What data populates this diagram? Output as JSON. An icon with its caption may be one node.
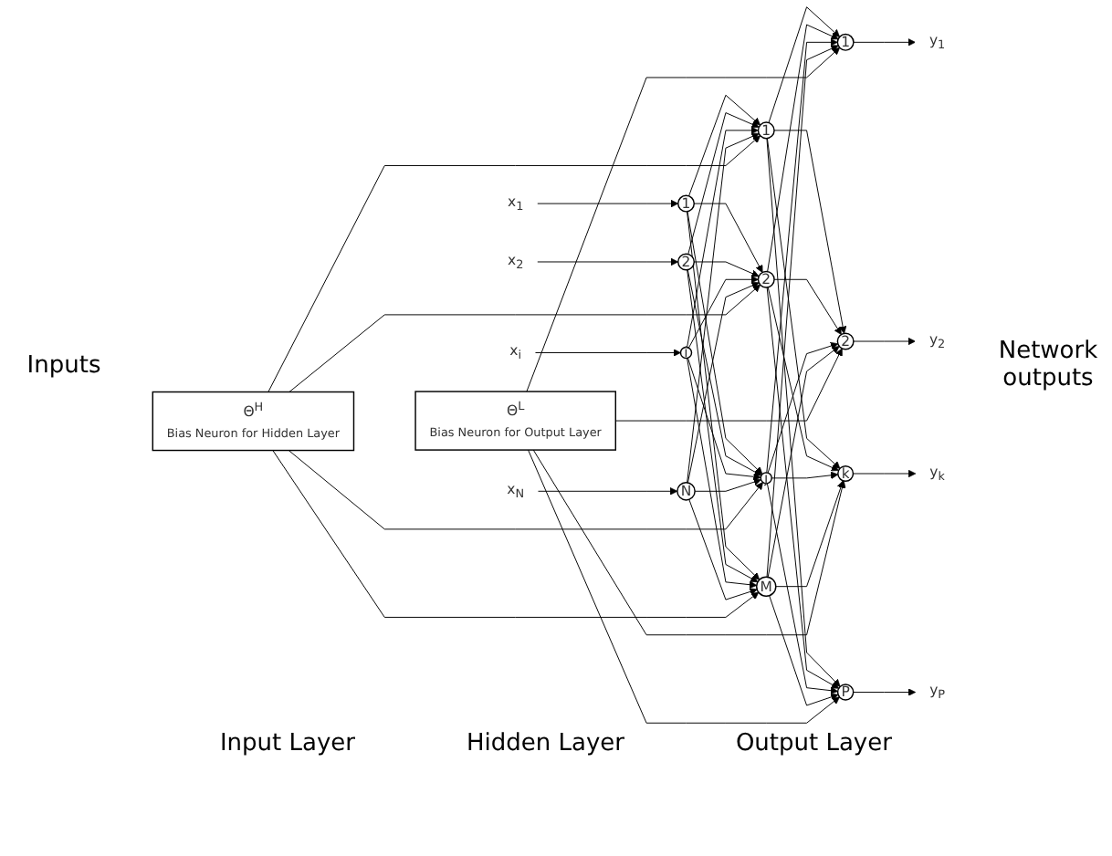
{
  "diagram": {
    "nodes": [
      {
        "text": [
          "x$_{1}$"
        ]
      },
      {
        "text": [
          "x$_{2}$"
        ]
      },
      {
        "text": [
          "x$_{i}$"
        ]
      },
      {
        "text": [
          "x$_{N}$"
        ]
      },
      {
        "text": [
          "1"
        ]
      },
      {
        "text": [
          "2"
        ]
      },
      {
        "text": [
          "i"
        ]
      },
      {
        "text": [
          "N"
        ]
      },
      {
        "text": [
          "1"
        ]
      },
      {
        "text": [
          "2"
        ]
      },
      {
        "text": [
          "j"
        ]
      },
      {
        "text": [
          "M"
        ]
      },
      {
        "text": [
          "1"
        ]
      },
      {
        "text": [
          "2"
        ]
      },
      {
        "text": [
          "k"
        ]
      },
      {
        "text": [
          "P"
        ]
      },
      {
        "text": [
          "y$_{1}$"
        ]
      },
      {
        "text": [
          "y$_{2}$"
        ]
      },
      {
        "text": [
          "y$_{k}$"
        ]
      },
      {
        "text": [
          "y$_{P}$"
        ]
      },
      {
        "text": [
          "Θ$^{H}$",
          "Bias Neuron for Hidden Layer"
        ]
      },
      {
        "text": [
          "Θ$^{L}$",
          "Bias Neuron for Output Layer"
        ]
      }
    ],
    "edges": [
      {
        "from": 0,
        "to": 4,
        "arrow": "to"
      },
      {
        "from": 1,
        "to": 5,
        "arrow": "to"
      },
      {
        "from": 2,
        "to": 6,
        "arrow": "to"
      },
      {
        "from": 3,
        "to": 7,
        "arrow": "to"
      },
      {
        "from": 4,
        "to": 8,
        "arrow": "to"
      },
      {
        "from": 4,
        "to": 9,
        "arrow": "to"
      },
      {
        "from": 4,
        "to": 10,
        "arrow": "to"
      },
      {
        "from": 4,
        "to": 11,
        "arrow": "to"
      },
      {
        "from": 5,
        "to": 8,
        "arrow": "to"
      },
      {
        "from": 5,
        "to": 9,
        "arrow": "to"
      },
      {
        "from": 5,
        "to": 10,
        "arrow": "to"
      },
      {
        "from": 5,
        "to": 11,
        "arrow": "to"
      },
      {
        "from": 6,
        "to": 8,
        "arrow": "to"
      },
      {
        "from": 6,
        "to": 9,
        "arrow": "to"
      },
      {
        "from": 6,
        "to": 10,
        "arrow": "to"
      },
      {
        "from": 6,
        "to": 11,
        "arrow": "to"
      },
      {
        "from": 7,
        "to": 8,
        "arrow": "to"
      },
      {
        "from": 7,
        "to": 9,
        "arrow": "to"
      },
      {
        "from": 7,
        "to": 10,
        "arrow": "to"
      },
      {
        "from": 7,
        "to": 11,
        "arrow": "to"
      },
      {
        "from": 8,
        "to": 12,
        "arrow": "to"
      },
      {
        "from": 8,
        "to": 13,
        "arrow": "to"
      },
      {
        "from": 8,
        "to": 14,
        "arrow": "to"
      },
      {
        "from": 8,
        "to": 15,
        "arrow": "to"
      },
      {
        "from": 9,
        "to": 12,
        "arrow": "to"
      },
      {
        "from": 9,
        "to": 13,
        "arrow": "to"
      },
      {
        "from": 9,
        "to": 14,
        "arrow": "to"
      },
      {
        "from": 9,
        "to": 15,
        "arrow": "to"
      },
      {
        "from": 10,
        "to": 12,
        "arrow": "to"
      },
      {
        "from": 10,
        "to": 13,
        "arrow": "to"
      },
      {
        "from": 10,
        "to": 14,
        "arrow": "to"
      },
      {
        "from": 10,
        "to": 15,
        "arrow": "to"
      },
      {
        "from": 11,
        "to": 12,
        "arrow": "to"
      },
      {
        "from": 11,
        "to": 13,
        "arrow": "to"
      },
      {
        "from": 11,
        "to": 14,
        "arrow": "to"
      },
      {
        "from": 11,
        "to": 15,
        "arrow": "to"
      },
      {
        "from": 12,
        "to": 16,
        "arrow": "to"
      },
      {
        "from": 13,
        "to": 17,
        "arrow": "to"
      },
      {
        "from": 14,
        "to": 18,
        "arrow": "to"
      },
      {
        "from": 15,
        "to": 19,
        "arrow": "to"
      },
      {
        "from": 20,
        "to": 8,
        "arrow": "to"
      },
      {
        "from": 20,
        "to": 9,
        "arrow": "to"
      },
      {
        "from": 20,
        "to": 10,
        "arrow": "to"
      },
      {
        "from": 20,
        "to": 11,
        "arrow": "to"
      },
      {
        "from": 21,
        "to": 12,
        "arrow": "to"
      },
      {
        "from": 21,
        "to": 13,
        "arrow": "to"
      },
      {
        "from": 21,
        "to": 14,
        "arrow": "to"
      },
      {
        "from": 21,
        "to": 15,
        "arrow": "to"
      }
    ],
    "labels": [
      "Inputs",
      "Network outputs",
      "Input Layer",
      "Hidden Layer",
      "Output Layer"
    ]
  }
}
